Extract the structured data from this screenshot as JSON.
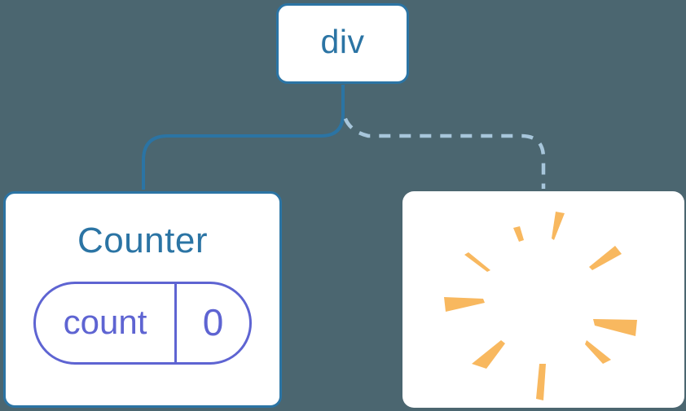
{
  "colors": {
    "background": "#4B6670",
    "card": "#FFFFFF",
    "blue": "#2B74A4",
    "dashed": "#A7C6DB",
    "indigo": "#5E64D2",
    "poof": "#F8B85F"
  },
  "tree": {
    "root": {
      "label": "div"
    },
    "counter_card": {
      "title": "Counter",
      "state_pill": {
        "key": "count",
        "value": "0"
      }
    },
    "removed_card": {
      "icon": "poof-icon"
    }
  }
}
